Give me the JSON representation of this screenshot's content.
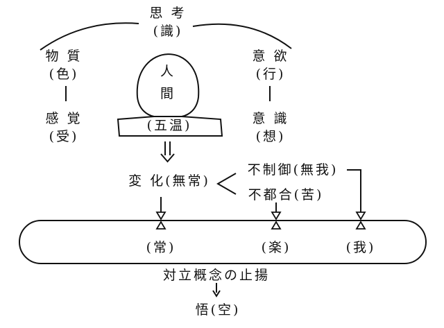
{
  "top": {
    "thought": "思 考",
    "consciousness": "(識)"
  },
  "left": {
    "matter": "物 質",
    "form": "(色)",
    "sensation": "感 覚",
    "feeling": "(受)"
  },
  "right": {
    "will": "意 欲",
    "formation": "(行)",
    "awareness": "意 識",
    "perception": "(想)"
  },
  "human": {
    "char1": "人",
    "char2": "間",
    "aggregates": "(五温)"
  },
  "change": {
    "label": "変 化(無常)"
  },
  "branches": {
    "no_control": "不制御(無我)",
    "unsuitable": "不都合(苦)"
  },
  "loop": {
    "permanence": "(常)",
    "pleasure": "(楽)",
    "self": "(我)"
  },
  "sublation": "対立概念の止揚",
  "enlightenment": "悟(空)"
}
